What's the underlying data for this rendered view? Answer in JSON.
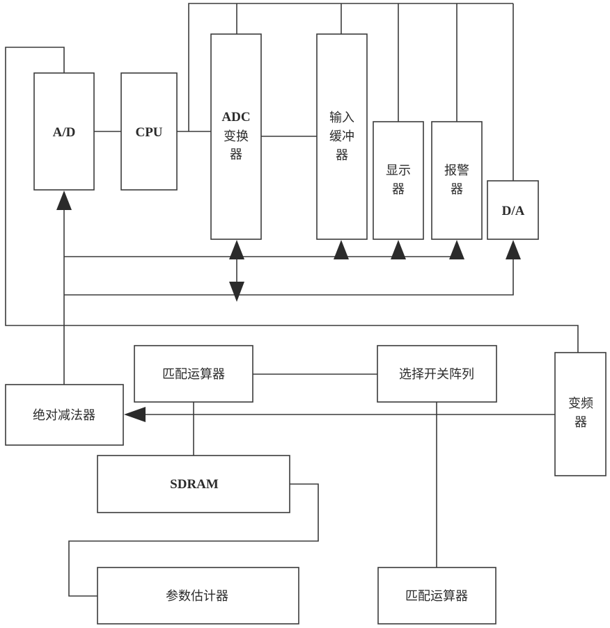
{
  "diagram": {
    "title": "",
    "blocks": {
      "ad": {
        "lines": [
          "A/D"
        ]
      },
      "cpu": {
        "lines": [
          "CPU"
        ]
      },
      "adc": {
        "lines": [
          "ADC",
          "变换",
          "器"
        ]
      },
      "input_buffer": {
        "lines": [
          "输入",
          "缓冲",
          "器"
        ]
      },
      "display": {
        "lines": [
          "显示",
          "器"
        ]
      },
      "alarm": {
        "lines": [
          "报警",
          "器"
        ]
      },
      "da": {
        "lines": [
          "D/A"
        ]
      },
      "abs_subtractor": {
        "lines": [
          "绝对减法器"
        ]
      },
      "match_unit_1": {
        "lines": [
          "匹配运算器"
        ]
      },
      "switch_array": {
        "lines": [
          "选择开关阵列"
        ]
      },
      "freq_converter": {
        "lines": [
          "变频",
          "器"
        ]
      },
      "sdram": {
        "lines": [
          "SDRAM"
        ]
      },
      "param_estimator": {
        "lines": [
          "参数估计器"
        ]
      },
      "match_unit_2": {
        "lines": [
          "匹配运算器"
        ]
      }
    },
    "connections": [
      {
        "from": "ad",
        "to": "cpu",
        "type": "line"
      },
      {
        "from": "cpu",
        "to": "adc",
        "type": "line"
      },
      {
        "from": "adc",
        "to": "input_buffer",
        "type": "line"
      },
      {
        "from": "cpu",
        "to": "top_bus",
        "type": "line"
      },
      {
        "from": "top_bus",
        "to": "adc",
        "type": "line"
      },
      {
        "from": "top_bus",
        "to": "input_buffer",
        "type": "line"
      },
      {
        "from": "top_bus",
        "to": "display",
        "type": "line"
      },
      {
        "from": "top_bus",
        "to": "alarm",
        "type": "line"
      },
      {
        "from": "top_bus",
        "to": "da",
        "type": "line"
      },
      {
        "from": "abs_subtractor",
        "to": "ad",
        "type": "arrow"
      },
      {
        "from": "bus_1",
        "to": "adc",
        "type": "arrow"
      },
      {
        "from": "bus_1",
        "to": "input_buffer",
        "type": "arrow"
      },
      {
        "from": "bus_1",
        "to": "display",
        "type": "arrow"
      },
      {
        "from": "bus_1",
        "to": "alarm",
        "type": "arrow"
      },
      {
        "from": "adc",
        "to": "bus_2",
        "type": "arrow"
      },
      {
        "from": "bus_2",
        "to": "da",
        "type": "arrow"
      },
      {
        "from": "ad",
        "to": "freq_converter",
        "type": "line"
      },
      {
        "from": "freq_converter",
        "to": "abs_subtractor",
        "type": "arrow"
      },
      {
        "from": "match_unit_1",
        "to": "switch_array",
        "type": "line"
      },
      {
        "from": "match_unit_1",
        "to": "sdram",
        "type": "line"
      },
      {
        "from": "sdram",
        "to": "param_estimator",
        "type": "line"
      },
      {
        "from": "switch_array",
        "to": "match_unit_2",
        "type": "line"
      }
    ]
  }
}
